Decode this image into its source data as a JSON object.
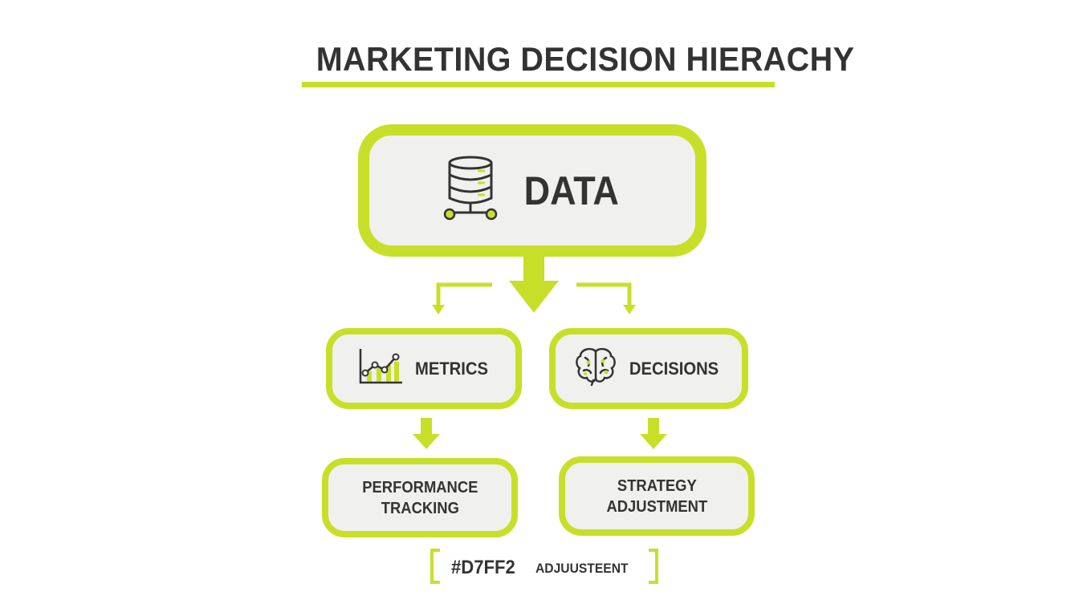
{
  "title": "MARKETING DECISION HIERACHY",
  "colors": {
    "accent": "#c8df2a",
    "box_fill": "#f0f0ee",
    "text": "#333333"
  },
  "nodes": {
    "data": {
      "label": "DATA",
      "icon": "database-icon"
    },
    "metrics": {
      "label": "METRICS",
      "icon": "line-chart-icon"
    },
    "decisions": {
      "label": "DECISIONS",
      "icon": "brain-icon"
    },
    "performance": {
      "line1": "PERFORMANCE",
      "line2": "TRACKING"
    },
    "strategy": {
      "line1": "STRATEGY",
      "line2": "ADJUSTMENT"
    }
  },
  "footer": {
    "code": "#D7FF2",
    "word": "ADJUUSTEENT"
  }
}
